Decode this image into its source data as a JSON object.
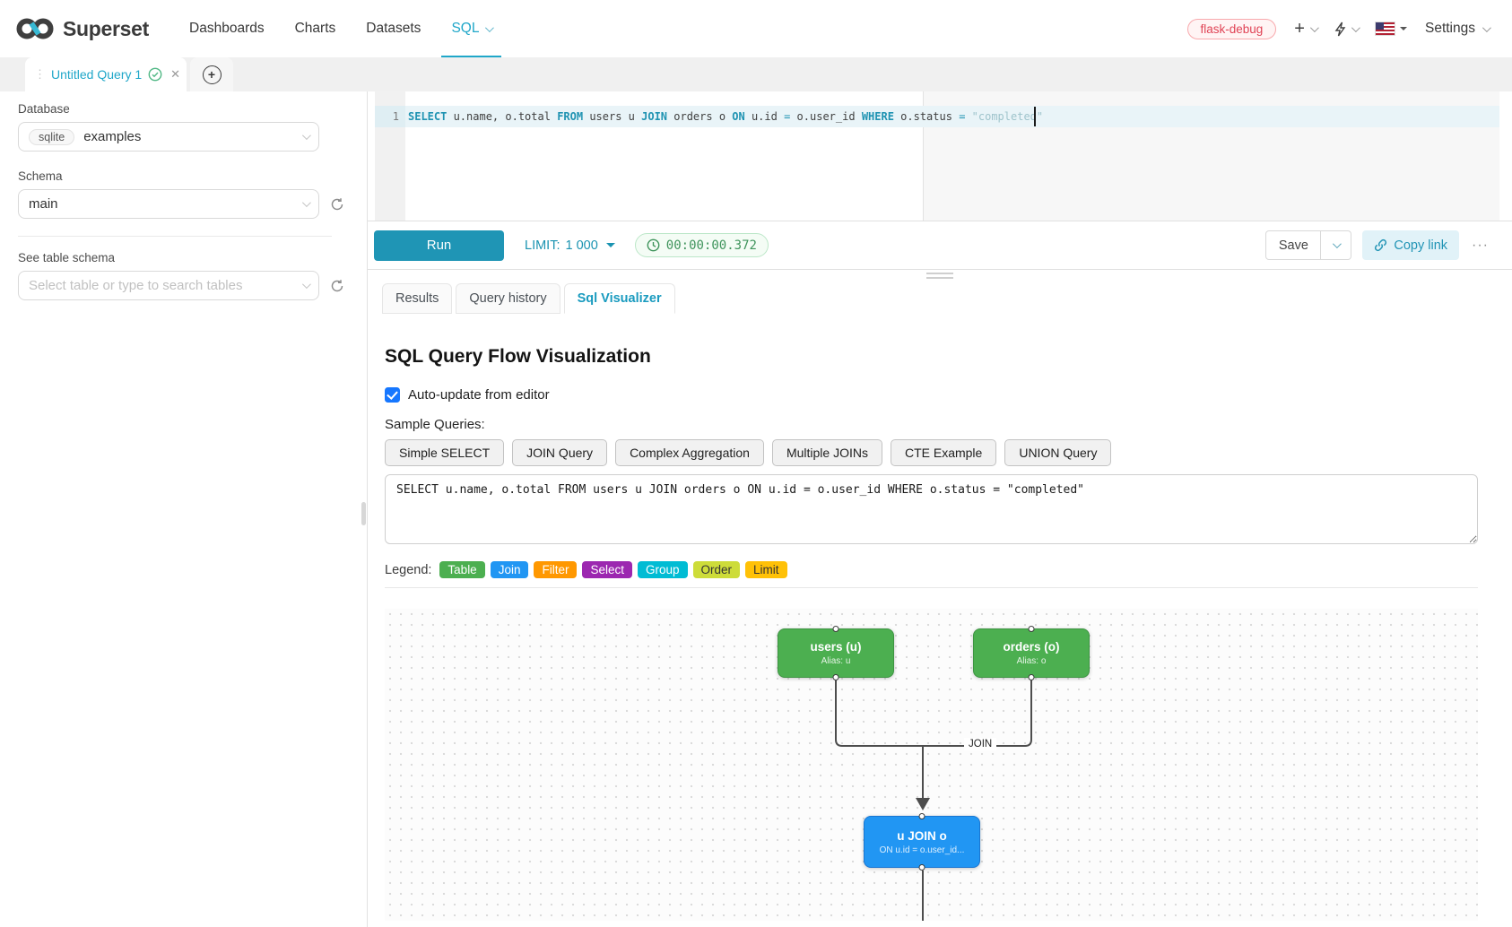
{
  "icons": {
    "close": "✕",
    "drag_dots": "⋮",
    "plus": "+",
    "more": "···"
  },
  "navbar": {
    "brand": "Superset",
    "items": [
      {
        "label": "Dashboards",
        "active": false
      },
      {
        "label": "Charts",
        "active": false
      },
      {
        "label": "Datasets",
        "active": false
      },
      {
        "label": "SQL",
        "active": true
      }
    ],
    "environment_badge": "flask-debug",
    "settings_label": "Settings"
  },
  "editor_tab": {
    "title": "Untitled Query 1"
  },
  "sidebar": {
    "database_label": "Database",
    "database_engine_tag": "sqlite",
    "database_value": "examples",
    "schema_label": "Schema",
    "schema_value": "main",
    "table_schema_label": "See table schema",
    "table_placeholder": "Select table or type to search tables"
  },
  "editor": {
    "line_number": "1",
    "tokens": [
      {
        "c": "kw",
        "v": "SELECT"
      },
      {
        "c": "pl",
        "v": " u.name, o.total "
      },
      {
        "c": "kw",
        "v": "FROM"
      },
      {
        "c": "pl",
        "v": " users u "
      },
      {
        "c": "kw",
        "v": "JOIN"
      },
      {
        "c": "pl",
        "v": " orders o "
      },
      {
        "c": "kw",
        "v": "ON"
      },
      {
        "c": "pl",
        "v": " u.id "
      },
      {
        "c": "op",
        "v": "="
      },
      {
        "c": "pl",
        "v": " o.user_id "
      },
      {
        "c": "kw",
        "v": "WHERE"
      },
      {
        "c": "pl",
        "v": " o.status "
      },
      {
        "c": "op",
        "v": "="
      },
      {
        "c": "pl",
        "v": " "
      },
      {
        "c": "str",
        "v": "\"completed\""
      }
    ]
  },
  "toolbar": {
    "run_label": "Run",
    "limit_label": "LIMIT:",
    "limit_value": "1 000",
    "timer": "00:00:00.372",
    "save_label": "Save",
    "copy_link_label": "Copy link"
  },
  "south_tabs": [
    {
      "label": "Results",
      "active": false
    },
    {
      "label": "Query history",
      "active": false
    },
    {
      "label": "Sql Visualizer",
      "active": true
    }
  ],
  "visualizer": {
    "title": "SQL Query Flow Visualization",
    "auto_update_label": "Auto-update from editor",
    "auto_update_checked": true,
    "sample_queries_label": "Sample Queries:",
    "sample_buttons": [
      "Simple SELECT",
      "JOIN Query",
      "Complex Aggregation",
      "Multiple JOINs",
      "CTE Example",
      "UNION Query"
    ],
    "query_text": "SELECT u.name, o.total FROM users u JOIN orders o ON u.id = o.user_id WHERE o.status = \"completed\"",
    "legend_label": "Legend:",
    "legend_items": [
      {
        "label": "Table",
        "color": "#4caf50",
        "text_color": "#ffffff"
      },
      {
        "label": "Join",
        "color": "#2196f3",
        "text_color": "#ffffff"
      },
      {
        "label": "Filter",
        "color": "#ff9800",
        "text_color": "#ffffff"
      },
      {
        "label": "Select",
        "color": "#9c27b0",
        "text_color": "#ffffff"
      },
      {
        "label": "Group",
        "color": "#00bcd4",
        "text_color": "#ffffff"
      },
      {
        "label": "Order",
        "color": "#cddc39",
        "text_color": "#333333"
      },
      {
        "label": "Limit",
        "color": "#ffc107",
        "text_color": "#333333"
      }
    ],
    "flow": {
      "edge_label": "JOIN",
      "nodes": [
        {
          "title": "users (u)",
          "subtitle": "Alias: u",
          "color": "#4caf50",
          "border_color": "#3d9442"
        },
        {
          "title": "orders (o)",
          "subtitle": "Alias: o",
          "color": "#4caf50",
          "border_color": "#3d9442"
        },
        {
          "title": "u JOIN o",
          "subtitle": "ON u.id = o.user_id...",
          "color": "#2196f3",
          "border_color": "#1976d2"
        }
      ]
    }
  }
}
